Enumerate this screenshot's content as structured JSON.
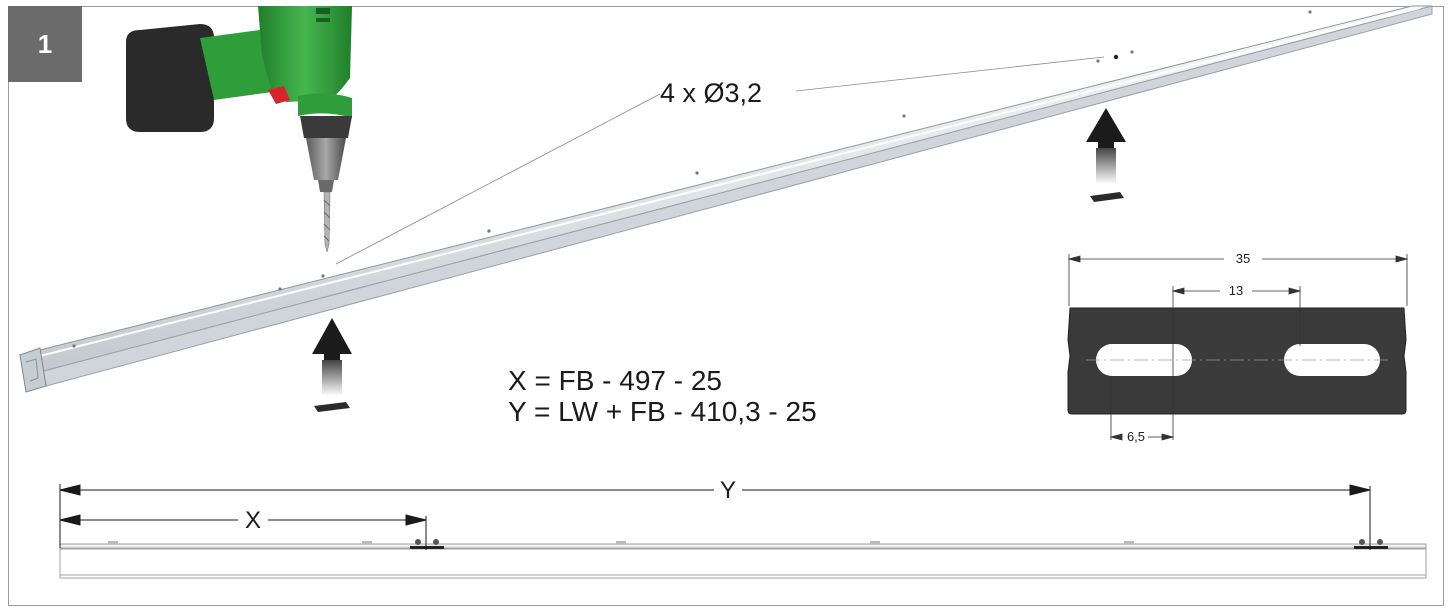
{
  "step": {
    "number": "1"
  },
  "drill_callout": {
    "text": "4 x Ø3,2"
  },
  "formulas": {
    "x": "X = FB - 497 - 25",
    "y": "Y = LW + FB - 410,3 - 25"
  },
  "plate": {
    "width_label": "35",
    "hole_spacing_label": "13",
    "slot_label": "6,5"
  },
  "bottom_dims": {
    "y_label": "Y",
    "x_label": "X"
  },
  "colors": {
    "badge": "#6b6b6b",
    "drill_green": "#2f9e3a",
    "plate": "#3a3a3a",
    "rail": "#dfe4e8"
  }
}
